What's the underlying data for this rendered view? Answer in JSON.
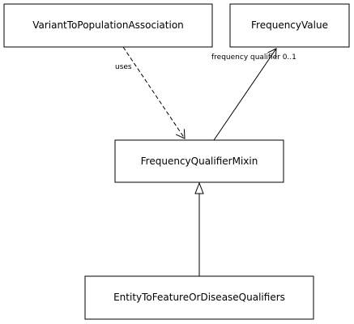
{
  "nodes": {
    "variant_to_population_association": "VariantToPopulationAssociation",
    "frequency_value": "FrequencyValue",
    "frequency_qualifier_mixin": "FrequencyQualifierMixin",
    "entity_to_feature_or_disease_qualifiers": "EntityToFeatureOrDiseaseQualifiers"
  },
  "edges": {
    "uses": {
      "label": "uses",
      "style": "dashed",
      "arrow": "open"
    },
    "frequency_qualifier": {
      "label": "frequency qualifier 0..1",
      "style": "solid",
      "arrow": "open"
    },
    "inheritance": {
      "label": "",
      "style": "solid",
      "arrow": "hollow-triangle"
    }
  }
}
